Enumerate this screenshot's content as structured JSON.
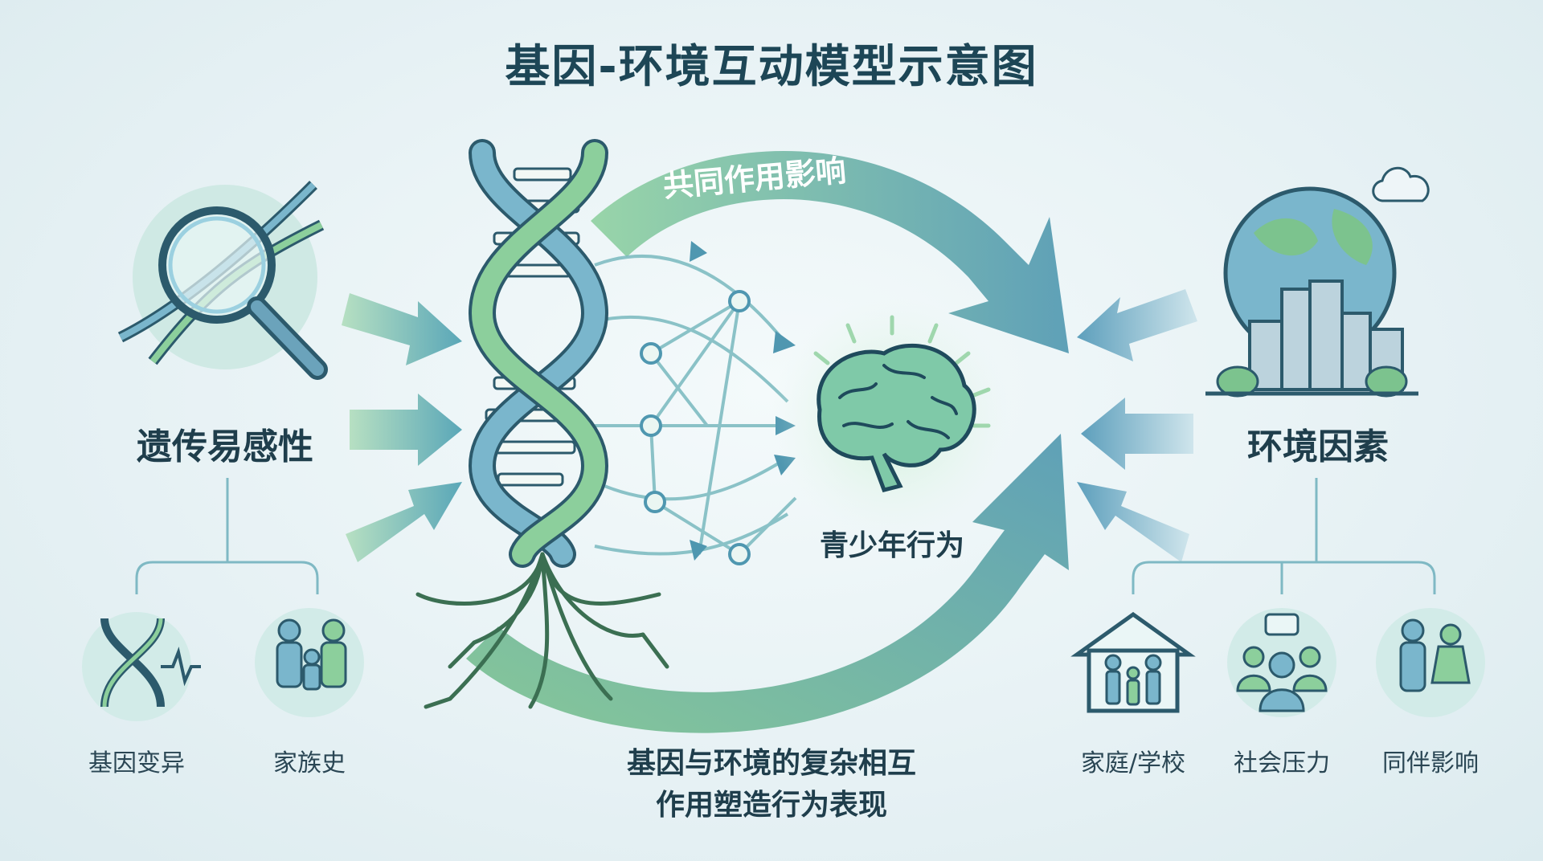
{
  "title": "基因-环境互动模型示意图",
  "center": {
    "arc_label": "共同作用影响",
    "brain_label": "青少年行为",
    "caption_line1": "基因与环境的复杂相互",
    "caption_line2": "作用塑造行为表现"
  },
  "left": {
    "heading": "遗传易感性",
    "children": [
      {
        "label": "基因变异",
        "icon": "dna-mutation-icon"
      },
      {
        "label": "家族史",
        "icon": "family-icon"
      }
    ]
  },
  "right": {
    "heading": "环境因素",
    "children": [
      {
        "label": "家庭/学校",
        "icon": "home-school-icon"
      },
      {
        "label": "社会压力",
        "icon": "social-pressure-icon"
      },
      {
        "label": "同伴影响",
        "icon": "peer-icon"
      }
    ]
  },
  "colors": {
    "teal": "#4f97b0",
    "green": "#7cc38e",
    "dark": "#1d4656",
    "light_circle": "#d2ebe8"
  }
}
